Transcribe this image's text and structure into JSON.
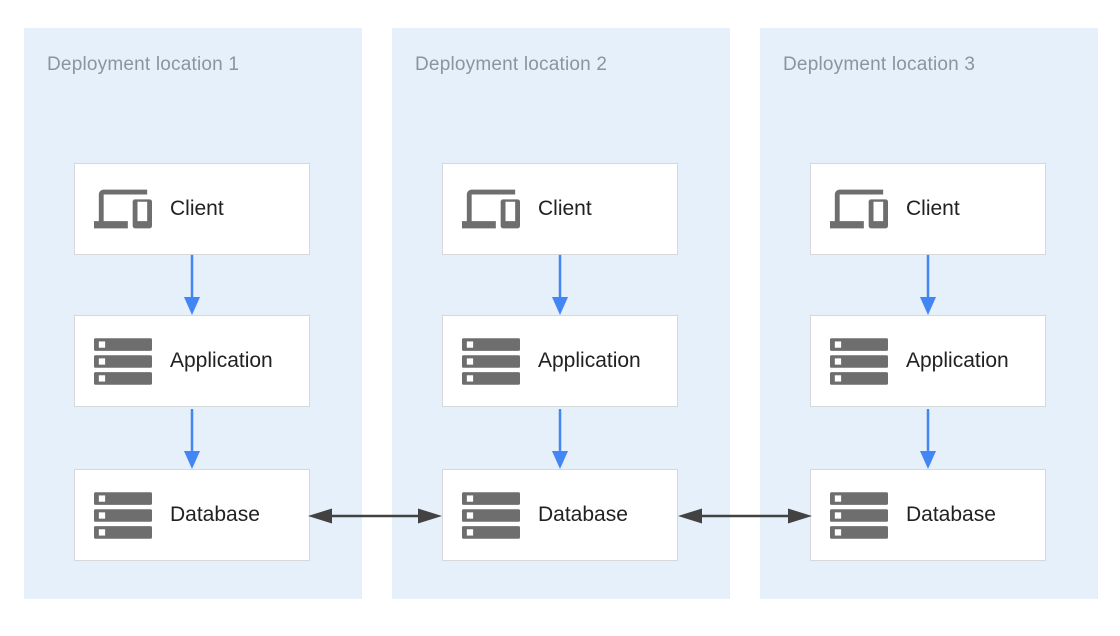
{
  "panels": [
    {
      "title": "Deployment location 1",
      "nodes": [
        {
          "label": "Client",
          "icon": "devices-icon"
        },
        {
          "label": "Application",
          "icon": "server-stack-icon"
        },
        {
          "label": "Database",
          "icon": "server-stack-icon"
        }
      ]
    },
    {
      "title": "Deployment location 2",
      "nodes": [
        {
          "label": "Client",
          "icon": "devices-icon"
        },
        {
          "label": "Application",
          "icon": "server-stack-icon"
        },
        {
          "label": "Database",
          "icon": "server-stack-icon"
        }
      ]
    },
    {
      "title": "Deployment location 3",
      "nodes": [
        {
          "label": "Client",
          "icon": "devices-icon"
        },
        {
          "label": "Application",
          "icon": "server-stack-icon"
        },
        {
          "label": "Database",
          "icon": "server-stack-icon"
        }
      ]
    }
  ],
  "arrows": {
    "flow": [
      {
        "from": "Client",
        "to": "Application",
        "direction": "down"
      },
      {
        "from": "Application",
        "to": "Database",
        "direction": "down"
      }
    ],
    "replication": [
      {
        "between": [
          "Database 1",
          "Database 2"
        ],
        "bidirectional": true
      },
      {
        "between": [
          "Database 2",
          "Database 3"
        ],
        "bidirectional": true
      }
    ]
  },
  "colors": {
    "canvas_bg": "#FFFFFF",
    "panel_bg": "#E6F0FA",
    "node_bg": "#FFFFFF",
    "node_border": "#D6D8DA",
    "title_text": "#8C949C",
    "label_text": "#212124",
    "icon_gray": "#6E6E6E",
    "flow_arrow_blue": "#4285F4",
    "replication_arrow_dark": "#424242"
  }
}
